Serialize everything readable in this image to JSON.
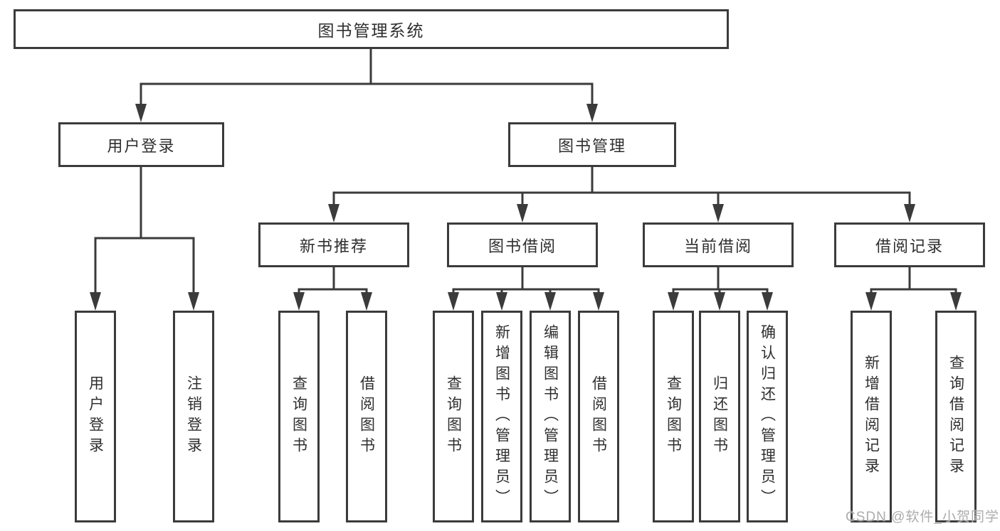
{
  "colors": {
    "line": "#3b3b3b",
    "text": "#2f2f2f",
    "watermark": "#a8a8a8"
  },
  "tree": {
    "root": {
      "label": "图书管理系统",
      "children": [
        {
          "label": "用户登录",
          "children": [
            {
              "label": "用户登录"
            },
            {
              "label": "注销登录"
            }
          ]
        },
        {
          "label": "图书管理",
          "children": [
            {
              "label": "新书推荐",
              "children": [
                {
                  "label": "查询图书"
                },
                {
                  "label": "借阅图书"
                }
              ]
            },
            {
              "label": "图书借阅",
              "children": [
                {
                  "label": "查询图书"
                },
                {
                  "label": "新增图书（管理员）"
                },
                {
                  "label": "编辑图书（管理员）"
                },
                {
                  "label": "借阅图书"
                }
              ]
            },
            {
              "label": "当前借阅",
              "children": [
                {
                  "label": "查询图书"
                },
                {
                  "label": "归还图书"
                },
                {
                  "label": "确认归还（管理员）"
                }
              ]
            },
            {
              "label": "借阅记录",
              "children": [
                {
                  "label": "新增借阅记录"
                },
                {
                  "label": "查询借阅记录"
                }
              ]
            }
          ]
        }
      ]
    }
  },
  "watermark": {
    "text": "CSDN @软件_小贺同学"
  }
}
